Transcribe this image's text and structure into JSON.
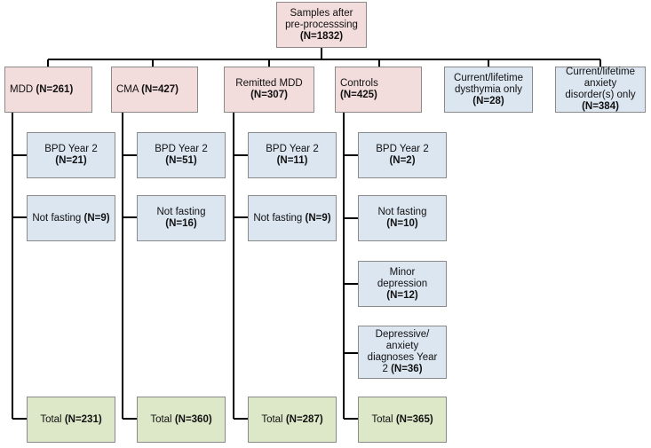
{
  "top": {
    "text": "Samples after pre-processsing",
    "n": "(N=1832)"
  },
  "groups": [
    {
      "label": "MDD",
      "n": "(N=261)"
    },
    {
      "label": "CMA",
      "n": "(N=427)"
    },
    {
      "label": "Remitted MDD",
      "n": "(N=307)"
    },
    {
      "label": "Controls",
      "n": "(N=425)"
    },
    {
      "label": "Current/lifetime dysthymia only",
      "n": "(N=28)"
    },
    {
      "label": "Current/lifetime anxiety disorder(s) only",
      "n": "(N=384)"
    }
  ],
  "exclusions": {
    "mdd": [
      {
        "label": "BPD Year 2",
        "n": "(N=21)"
      },
      {
        "label": "Not fasting",
        "n": "(N=9)"
      }
    ],
    "cma": [
      {
        "label": "BPD Year 2",
        "n": "(N=51)"
      },
      {
        "label": "Not fasting",
        "n": "(N=16)"
      }
    ],
    "remitted": [
      {
        "label": "BPD Year 2",
        "n": "(N=11)"
      },
      {
        "label": "Not fasting",
        "n": "(N=9)"
      }
    ],
    "controls": [
      {
        "label": "BPD Year 2",
        "n": "(N=2)"
      },
      {
        "label": "Not fasting",
        "n": "(N=10)"
      },
      {
        "label": "Minor depression",
        "n": "(N=12)"
      },
      {
        "label": "Depressive/ anxiety diagnoses Year 2",
        "n": "(N=36)"
      }
    ]
  },
  "totals": [
    {
      "label": "Total",
      "n": "(N=231)"
    },
    {
      "label": "Total",
      "n": "(N=360)"
    },
    {
      "label": "Total",
      "n": "(N=287)"
    },
    {
      "label": "Total",
      "n": "(N=365)"
    }
  ],
  "colors": {
    "group_fill": "#f3dcdc",
    "exclusion_fill": "#dce6f1",
    "total_fill": "#dde8c8",
    "line": "#000000"
  }
}
